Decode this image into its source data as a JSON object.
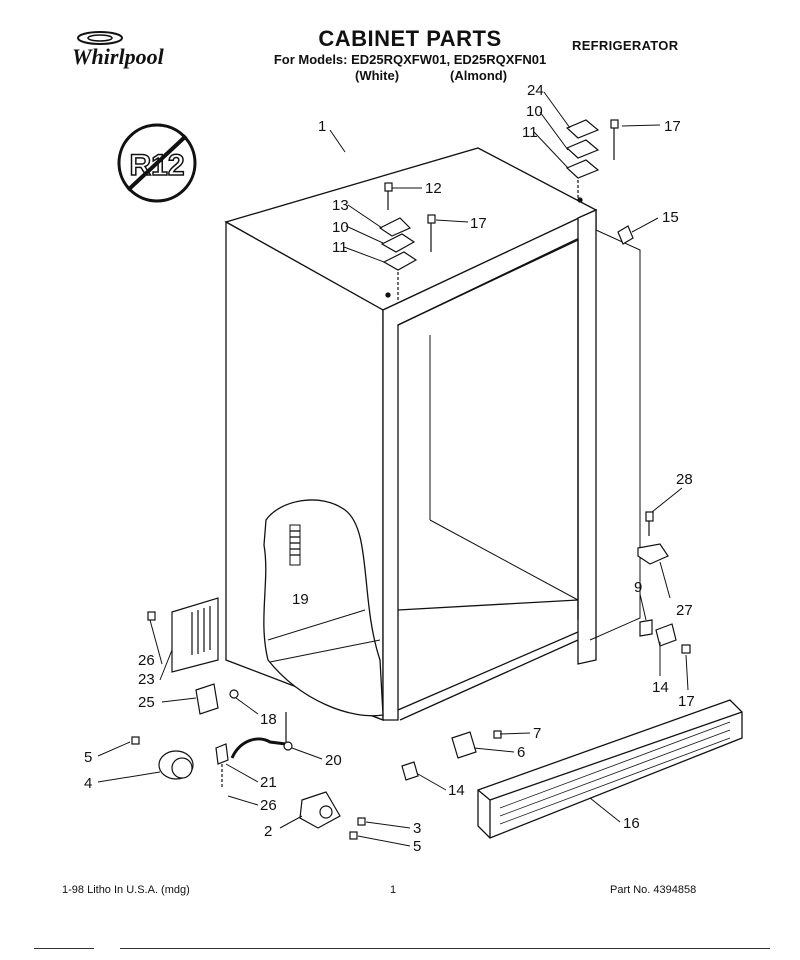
{
  "header": {
    "brand": "Whirlpool",
    "title": "CABINET PARTS",
    "models_line": "For Models: ED25RQXFW01, ED25RQXFN01",
    "color_white": "(White)",
    "color_almond": "(Almond)",
    "appliance": "REFRIGERATOR",
    "refrigerant_badge": "R12"
  },
  "callouts": [
    "1",
    "24",
    "10",
    "11",
    "17",
    "12",
    "13",
    "10",
    "17",
    "11",
    "15",
    "28",
    "19",
    "27",
    "9",
    "26",
    "23",
    "25",
    "18",
    "14",
    "17",
    "7",
    "6",
    "5",
    "20",
    "4",
    "21",
    "14",
    "26",
    "16",
    "3",
    "2",
    "5"
  ],
  "footer": {
    "litho": "1-98 Litho In U.S.A. (mdg)",
    "page": "1",
    "part_no": "Part No. 4394858"
  }
}
